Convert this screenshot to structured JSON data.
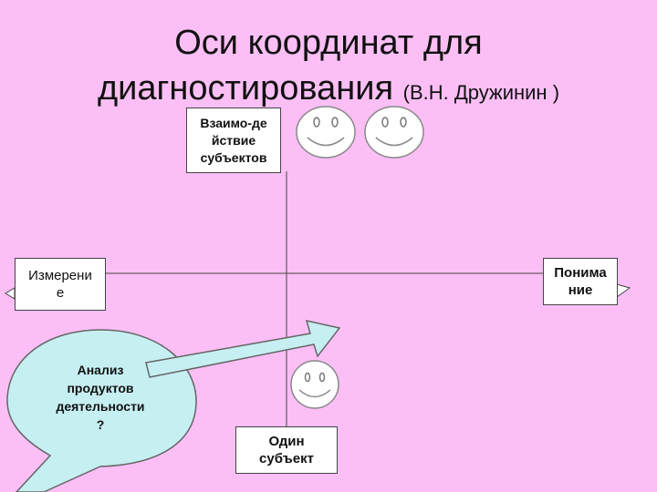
{
  "slide": {
    "title_line1": "Оси координат для",
    "title_line2": "диагностирования",
    "title_author": "(В.Н. Дружинин )"
  },
  "labels": {
    "top": "Взаимо-действие субъектов",
    "top_lines": [
      "Взаимо-де",
      "йствие",
      "субъектов"
    ],
    "left_lines": [
      "Измерени",
      "е"
    ],
    "right_lines": [
      "Понима",
      "ние"
    ],
    "bottom_lines": [
      "Один",
      "субъект"
    ],
    "bubble_lines": [
      "Анализ",
      "продуктов",
      "деятельности",
      "?"
    ]
  },
  "colors": {
    "background": "#fbbff5",
    "arrow_fill": "#c6eff2",
    "bubble_fill": "#c6eff2",
    "face_fill": "#ffffff",
    "line": "#444444"
  },
  "icons": [
    "smiley-face-icon",
    "smiley-face-icon",
    "smiley-face-icon"
  ]
}
